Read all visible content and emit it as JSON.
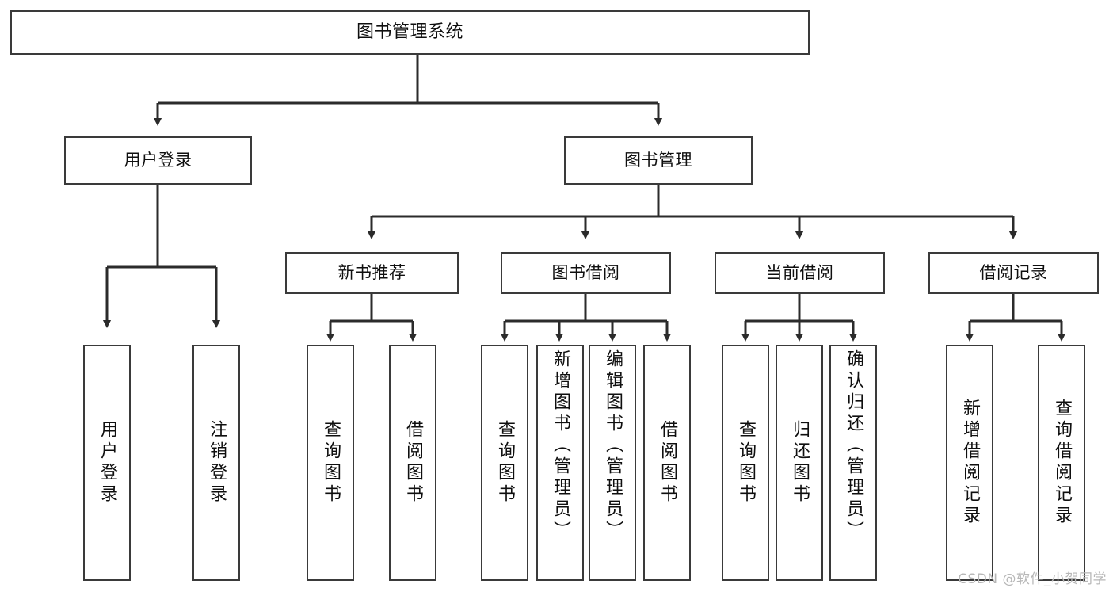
{
  "diagram": {
    "type": "tree-hierarchy",
    "title": "图书管理系统",
    "colors": {
      "background": "#ffffff",
      "box_border": "#3a3a3a",
      "connector": "#2b2b2b",
      "text": "#0f0f0f",
      "watermark": "#b7b7b7"
    },
    "levels": {
      "root": {
        "label": "图书管理系统",
        "orientation": "horizontal"
      },
      "level2": [
        {
          "id": "user-login",
          "label": "用户登录",
          "orientation": "horizontal"
        },
        {
          "id": "book-manage",
          "label": "图书管理",
          "orientation": "horizontal"
        }
      ],
      "level3": [
        {
          "id": "new-book-recommend",
          "label": "新书推荐",
          "orientation": "horizontal",
          "parent": "book-manage"
        },
        {
          "id": "book-borrow",
          "label": "图书借阅",
          "orientation": "horizontal",
          "parent": "book-manage"
        },
        {
          "id": "current-borrow",
          "label": "当前借阅",
          "orientation": "horizontal",
          "parent": "book-manage"
        },
        {
          "id": "borrow-record",
          "label": "借阅记录",
          "orientation": "horizontal",
          "parent": "book-manage"
        }
      ],
      "leaves": [
        {
          "id": "leaf-user-login",
          "label": "用户登录",
          "parent": "user-login",
          "orientation": "vertical"
        },
        {
          "id": "leaf-user-logout",
          "label": "注销登录",
          "parent": "user-login",
          "orientation": "vertical"
        },
        {
          "id": "leaf-query-book-1",
          "label": "查询图书",
          "parent": "new-book-recommend",
          "orientation": "vertical"
        },
        {
          "id": "leaf-borrow-book-1",
          "label": "借阅图书",
          "parent": "new-book-recommend",
          "orientation": "vertical"
        },
        {
          "id": "leaf-query-book-2",
          "label": "查询图书",
          "parent": "book-borrow",
          "orientation": "vertical"
        },
        {
          "id": "leaf-add-book",
          "label": "新增图书（管理员）",
          "parent": "book-borrow",
          "orientation": "vertical"
        },
        {
          "id": "leaf-edit-book",
          "label": "编辑图书（管理员）",
          "parent": "book-borrow",
          "orientation": "vertical"
        },
        {
          "id": "leaf-borrow-book-2",
          "label": "借阅图书",
          "parent": "book-borrow",
          "orientation": "vertical"
        },
        {
          "id": "leaf-query-book-3",
          "label": "查询图书",
          "parent": "current-borrow",
          "orientation": "vertical"
        },
        {
          "id": "leaf-return-book",
          "label": "归还图书",
          "parent": "current-borrow",
          "orientation": "vertical"
        },
        {
          "id": "leaf-confirm-return",
          "label": "确认归还（管理员）",
          "parent": "current-borrow",
          "orientation": "vertical"
        },
        {
          "id": "leaf-add-record",
          "label": "新增借阅记录",
          "parent": "borrow-record",
          "orientation": "vertical"
        },
        {
          "id": "leaf-query-record",
          "label": "查询借阅记录",
          "parent": "borrow-record",
          "orientation": "vertical"
        }
      ]
    },
    "watermark": "CSDN @软件_小贺同学"
  }
}
